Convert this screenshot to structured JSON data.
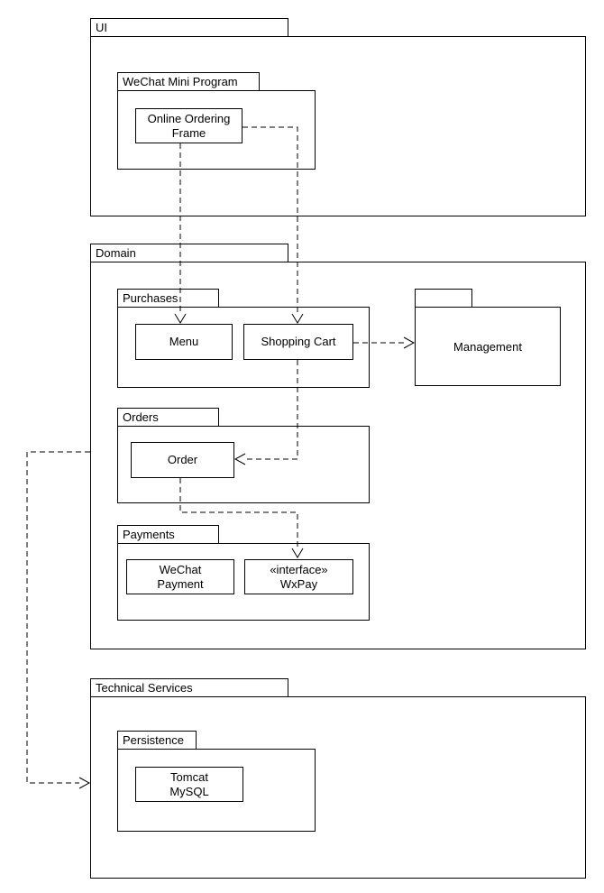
{
  "packages": {
    "ui": {
      "label": "UI"
    },
    "wechat_mini_program": {
      "label": "WeChat Mini Program"
    },
    "domain": {
      "label": "Domain"
    },
    "purchases": {
      "label": "Purchases"
    },
    "management": {
      "tab_label": "",
      "label": "Management"
    },
    "orders": {
      "label": "Orders"
    },
    "payments": {
      "label": "Payments"
    },
    "technical_services": {
      "label": "Technical Services"
    },
    "persistence": {
      "label": "Persistence"
    }
  },
  "nodes": {
    "online_ordering_frame": {
      "line1": "Online Ordering",
      "line2": "Frame"
    },
    "menu": {
      "label": "Menu"
    },
    "shopping_cart": {
      "label": "Shopping Cart"
    },
    "order": {
      "label": "Order"
    },
    "wechat_payment": {
      "line1": "WeChat",
      "line2": "Payment"
    },
    "wxpay_interface": {
      "line1": "«interface»",
      "line2": "WxPay"
    },
    "tomcat_mysql": {
      "line1": "Tomcat",
      "line2": "MySQL"
    }
  },
  "relations": [
    {
      "from": "Online Ordering Frame",
      "to": "Menu",
      "style": "dashed-dependency"
    },
    {
      "from": "Online Ordering Frame",
      "to": "Shopping Cart",
      "style": "dashed-dependency"
    },
    {
      "from": "Shopping Cart",
      "to": "Management",
      "style": "dashed-dependency"
    },
    {
      "from": "Shopping Cart",
      "to": "Order",
      "style": "dashed-dependency"
    },
    {
      "from": "Order",
      "to": "WxPay",
      "style": "dashed-dependency"
    },
    {
      "from": "Domain",
      "to": "Technical Services",
      "style": "dashed-dependency"
    }
  ],
  "colors": {
    "line": "#000000",
    "background": "#ffffff",
    "text": "#000000"
  }
}
